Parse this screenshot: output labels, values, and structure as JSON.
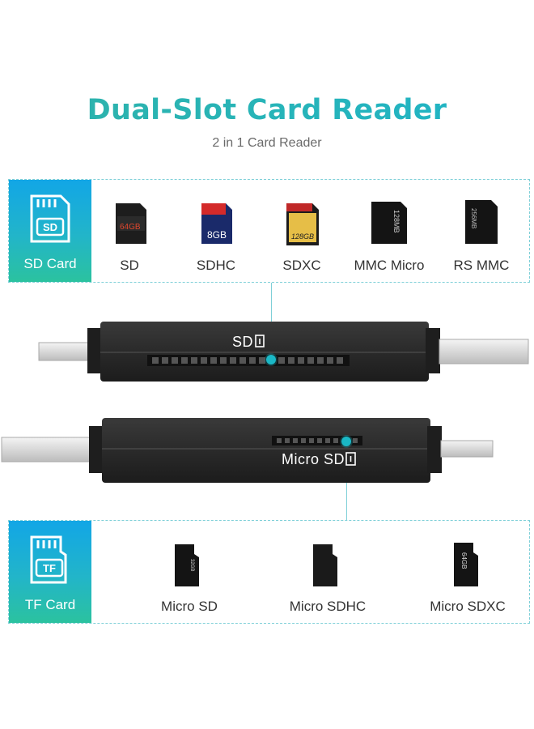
{
  "header": {
    "title": "Dual-Slot Card Reader",
    "subtitle": "2 in 1 Card Reader"
  },
  "sd_panel": {
    "label": "SD Card",
    "icon": "sd-card-icon",
    "icon_text": "SD",
    "cards": [
      {
        "caption": "SD",
        "face_text": "64GB"
      },
      {
        "caption": "SDHC",
        "face_text": "8GB"
      },
      {
        "caption": "SDXC",
        "face_text": "128GB"
      },
      {
        "caption": "MMC Micro",
        "face_text": "128MB"
      },
      {
        "caption": "RS MMC",
        "face_text": "256MB"
      }
    ]
  },
  "reader_top": {
    "slot_label": "SD",
    "slot_icon": "card-slot-icon"
  },
  "reader_bottom": {
    "slot_label": "Micro SD",
    "slot_icon": "card-slot-icon"
  },
  "tf_panel": {
    "label": "TF Card",
    "icon": "tf-card-icon",
    "icon_text": "TF",
    "cards": [
      {
        "caption": "Micro SD",
        "face_text": "32GB"
      },
      {
        "caption": "Micro SDHC",
        "face_text": ""
      },
      {
        "caption": "Micro SDXC",
        "face_text": "64GB"
      }
    ]
  },
  "colors": {
    "accent": "#1fb4c8",
    "accent_green": "#2bc29f",
    "device": "#2b2b2b"
  }
}
